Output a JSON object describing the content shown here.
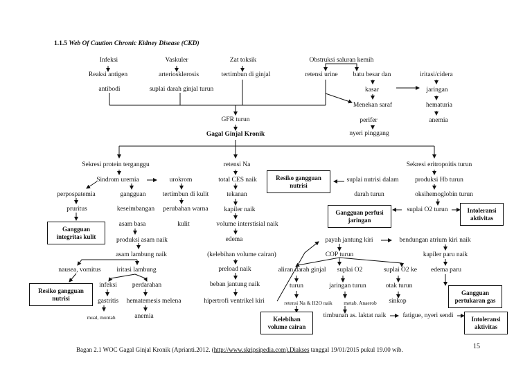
{
  "heading": {
    "number": "1.1.5",
    "title": "Web Of Caution Chronic Kidney Disease (CKD)"
  },
  "top": {
    "infeksi": "Infeksi",
    "reaksi_antigen": "Reaksi antigen",
    "antibodi": "antibodi",
    "vaskuler": "Vaskuler",
    "arteriosklerosis": "arteriosklerosis",
    "suplai_darah": "suplai darah ginjal turun",
    "zat_toksik": "Zat toksik",
    "tertimbun": "tertimbun di ginjal",
    "obstruksi": "Obstruksi saluran kemih",
    "retensi_urine": "retensi urine",
    "batu_besar": "batu besar dan",
    "kasar": "kasar",
    "menekan_saraf": "Menekan saraf",
    "perifer": "perifer",
    "nyeri_pinggang": "nyeri pinggang",
    "iritasi": "iritasi/cidera",
    "jaringan": "jaringan",
    "hematuria": "hematuria",
    "anemia": "anemia",
    "gfr_turun": "GFR turun",
    "ggk": "Gagal Ginjal Kronik"
  },
  "left": {
    "sekresi_protein": "Sekresi protein terganggu",
    "sindrom_uremia": "Sindrom uremia",
    "urokrom": "urokrom",
    "perpospatemia": "perpospatemia",
    "gangguan": "gangguan",
    "tertimbun_kulit": "tertimbun di kulit",
    "pruritus": "pruritus",
    "keseimbangan": "keseimbangan",
    "perubahan_warna": "perubahan warna",
    "asam_basa": "asam basa",
    "kulit": "kulit",
    "box_integritas": "Gangguan integritas kulit",
    "produksi_asam": "produksi asam naik",
    "asam_lambung": "asam lambung naik",
    "nausea": "nausea, vomitus",
    "iritasi_lambung": "iritasi lambung",
    "box_nutrisi_left": "Resiko gangguan nutrisi",
    "infeksi2": "infeksi",
    "perdarahan": "perdarahan",
    "gastritis": "gastritis",
    "hematemesis": "hematemesis melena",
    "mual": "mual, muntah",
    "anemia2": "anemia"
  },
  "middle": {
    "retensi_na": "retensi Na",
    "total_ces": "total CES naik",
    "tekanan": "tekanan",
    "kapiler": "kapiler naik",
    "volume_interstisial": "volume interstisial naik",
    "edema": "edema",
    "kelebihan_kurung": "(kelebihan volume cairan)",
    "preload": "preload naik",
    "beban_jantung": "beban jantung naik",
    "hipertrofi": "hipertrofi ventrikel kiri",
    "box_nutrisi_mid": "Resiko gangguan nutrisi"
  },
  "right": {
    "suplai_nutrisi": "suplai nutrisi dalam",
    "darah_turun": "darah turun",
    "sekresi_eritropoitis": "Sekresi eritropoitis turun",
    "produksi_hb": "produksi Hb turun",
    "oksihemoglobin": "oksihemoglobin turun",
    "suplai_o2_turun": "suplai O2 turun",
    "box_perfusi": "Gangguan perfusi jaringan",
    "box_intoleransi1": "Intoleransi aktivitas",
    "payah_jantung": "payah jantung kiri",
    "bendungan": "bendungan atrium kiri naik",
    "kapiler_paru": "kapiler paru naik",
    "edema_paru": "edema paru",
    "box_pertukaran": "Gangguan pertukaran gas",
    "cop_turun": "COP turun",
    "aliran_darah": "aliran darah ginjal",
    "suplai_o2_a": "suplai O2",
    "suplai_o2_ke": "suplai O2 ke",
    "turun": "turun",
    "jaringan_turun": "jaringan turun",
    "otak_turun": "otak turun",
    "retensi_na_h2o": "retensi Na & H2O  naik",
    "metab": "metab. Anaerob",
    "sinkop": "sinkop",
    "box_kelebihan": "Kelebihan volume cairan",
    "timbunan": "timbunan as. laktat naik",
    "fatigue": "fatigue, nyeri sendi",
    "box_intoleransi2": "Intoleransi aktivitas"
  },
  "caption": {
    "text_before": "Bagan 2.1 WOC Gagal Ginjal Kronik (Aprianti.2012. (",
    "link": "http://www.skripsipedia.com",
    "link_tail": ").Diakses",
    "text_after": " tanggal 19/01/2015 pukul 19.00 wib."
  },
  "page_number": "15"
}
